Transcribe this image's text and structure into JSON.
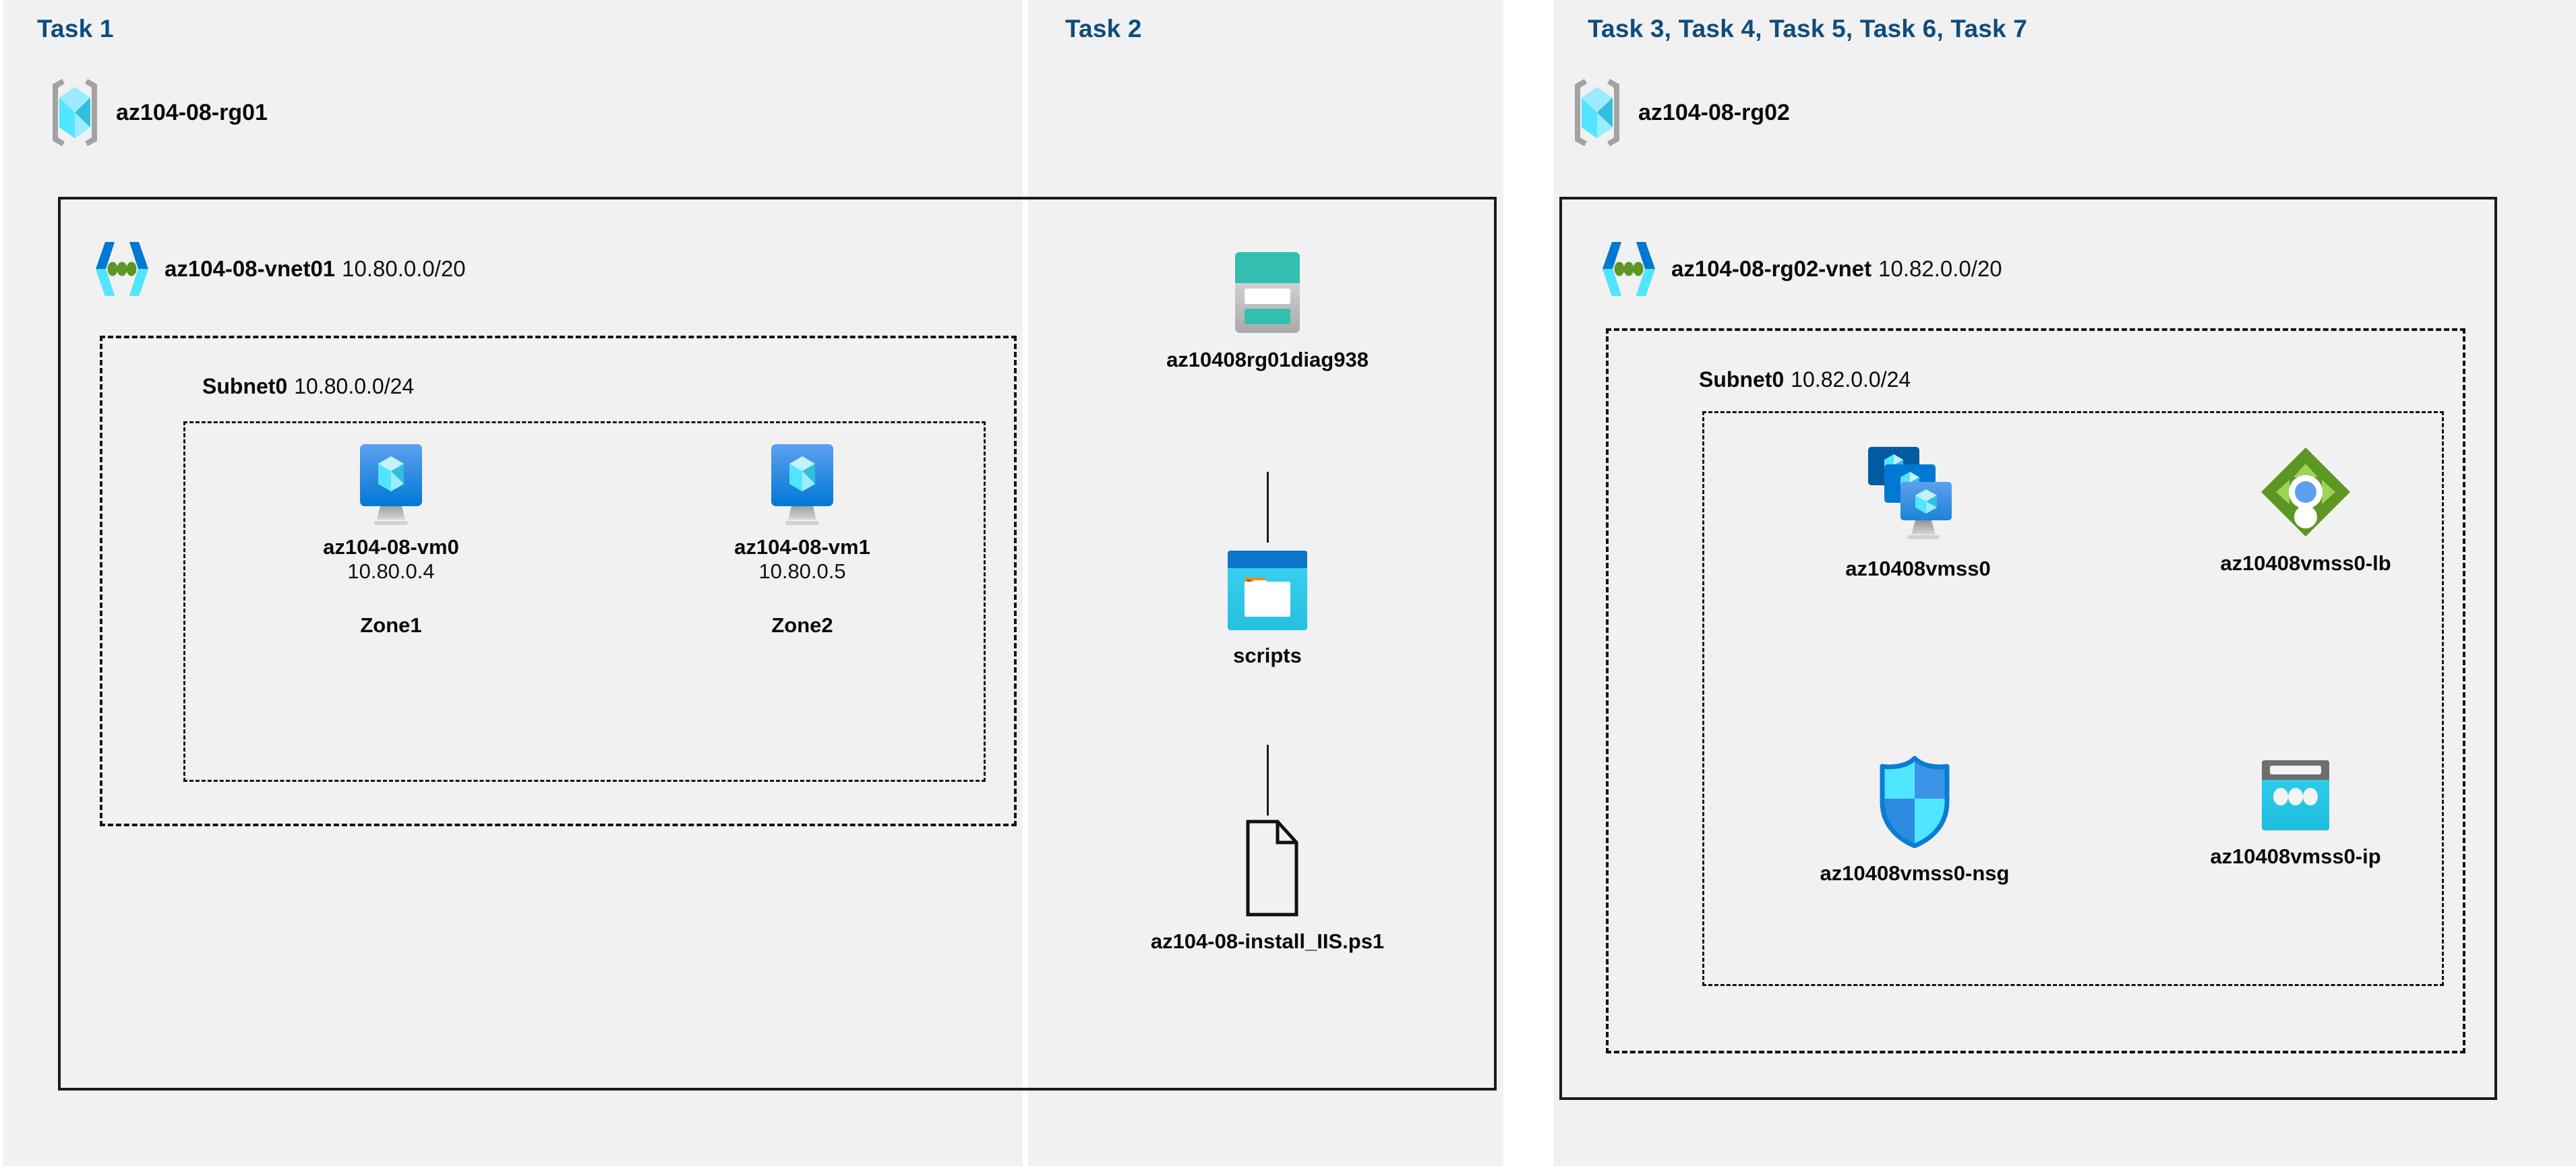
{
  "diagram": {
    "title": "Azure AZ-104 Lab 08 architecture",
    "colors": {
      "panel_background": "#f1f1f1",
      "page_background": "#ffffff",
      "task_label": "#0e4c7e",
      "border": "#1a1a1a",
      "azure_blue": "#0078d4",
      "azure_cyan": "#50e6ff",
      "storage_teal": "#32bfb0",
      "lb_green": "#5e9624",
      "lb_arrow_green": "#9fd356"
    }
  },
  "panels": [
    {
      "id": "task1",
      "label": "Task 1"
    },
    {
      "id": "task2",
      "label": "Task 2"
    },
    {
      "id": "task37",
      "label": "Task 3, Task 4, Task 5, Task 6, Task 7"
    }
  ],
  "resource_groups": [
    {
      "id": "rg01",
      "name": "az104-08-rg01",
      "icon": "resource-group-icon"
    },
    {
      "id": "rg02",
      "name": "az104-08-rg02",
      "icon": "resource-group-icon"
    }
  ],
  "vnets": [
    {
      "id": "vnet01",
      "name": "az104-08-vnet01",
      "cidr": "10.80.0.0/20",
      "icon": "virtual-network-icon",
      "subnet": {
        "name": "Subnet0",
        "cidr": "10.80.0.0/24"
      }
    },
    {
      "id": "vnet02",
      "name": "az104-08-rg02-vnet",
      "cidr": "10.82.0.0/20",
      "icon": "virtual-network-icon",
      "subnet": {
        "name": "Subnet0",
        "cidr": "10.82.0.0/24"
      }
    }
  ],
  "virtual_machines": [
    {
      "id": "vm0",
      "name": "az104-08-vm0",
      "ip": "10.80.0.4",
      "zone": "Zone1",
      "icon": "virtual-machine-icon"
    },
    {
      "id": "vm1",
      "name": "az104-08-vm1",
      "ip": "10.80.0.5",
      "zone": "Zone2",
      "icon": "virtual-machine-icon"
    }
  ],
  "storage": {
    "account": {
      "name": "az10408rg01diag938",
      "icon": "storage-account-icon"
    },
    "container": {
      "name": "scripts",
      "icon": "blob-container-icon"
    },
    "file": {
      "name": "az104-08-install_IIS.ps1",
      "icon": "file-icon"
    }
  },
  "scale_set_resources": [
    {
      "id": "vmss",
      "name": "az10408vmss0",
      "icon": "vm-scale-set-icon"
    },
    {
      "id": "vmss-lb",
      "name": "az10408vmss0-lb",
      "icon": "load-balancer-icon"
    },
    {
      "id": "vmss-nsg",
      "name": "az10408vmss0-nsg",
      "icon": "network-security-group-icon"
    },
    {
      "id": "vmss-ip",
      "name": "az10408vmss0-ip",
      "icon": "public-ip-address-icon"
    }
  ]
}
